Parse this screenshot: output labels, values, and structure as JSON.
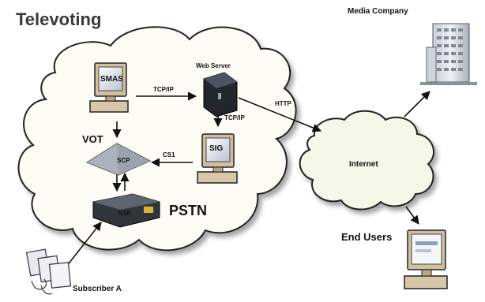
{
  "diagram": {
    "title": "Televoting",
    "nodes": {
      "smas": "SMAS",
      "web_server": "Web Server",
      "sig": "SIG",
      "scp": "SCP",
      "ssp": "SSP",
      "vot": "VOT",
      "pstn": "PSTN",
      "internet": "Internet",
      "media_company": "Media Company",
      "end_users": "End Users",
      "subscriber": "Subscriber A"
    },
    "links": {
      "smas_web": "TCP/IP",
      "web_sig": "TCP/IP",
      "web_internet": "HTTP",
      "sig_scp": "CS1"
    }
  }
}
